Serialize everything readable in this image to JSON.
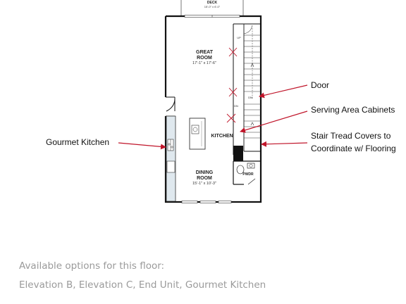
{
  "plan": {
    "deck": {
      "name": "DECK",
      "dims": "15'-0\" x 6'-0\""
    },
    "great_room": {
      "name_line1": "GREAT",
      "name_line2": "ROOM",
      "dims": "17'-1\" x 17'-6\""
    },
    "kitchen": {
      "name": "KITCHEN"
    },
    "dining_room": {
      "name_line1": "DINING",
      "name_line2": "ROOM",
      "dims": "15'-1\" x 10'-3\""
    },
    "powder": {
      "name": "PWDR"
    },
    "stair_marks": {
      "up": "UP",
      "dn": "DN",
      "dn2": "DN"
    }
  },
  "callouts": {
    "door": "Door",
    "serving": "Serving Area Cabinets",
    "stair_line1": "Stair Tread Covers to",
    "stair_line2": "Coordinate w/ Flooring",
    "gourmet": "Gourmet Kitchen"
  },
  "options": {
    "heading": "Available options for this floor:",
    "list": "Elevation B, Elevation C, End Unit, Gourmet Kitchen"
  },
  "colors": {
    "arrow": "#c0152a",
    "wall": "#111111",
    "counter": "#dfe8ee",
    "text_muted": "#9a9a9a"
  }
}
